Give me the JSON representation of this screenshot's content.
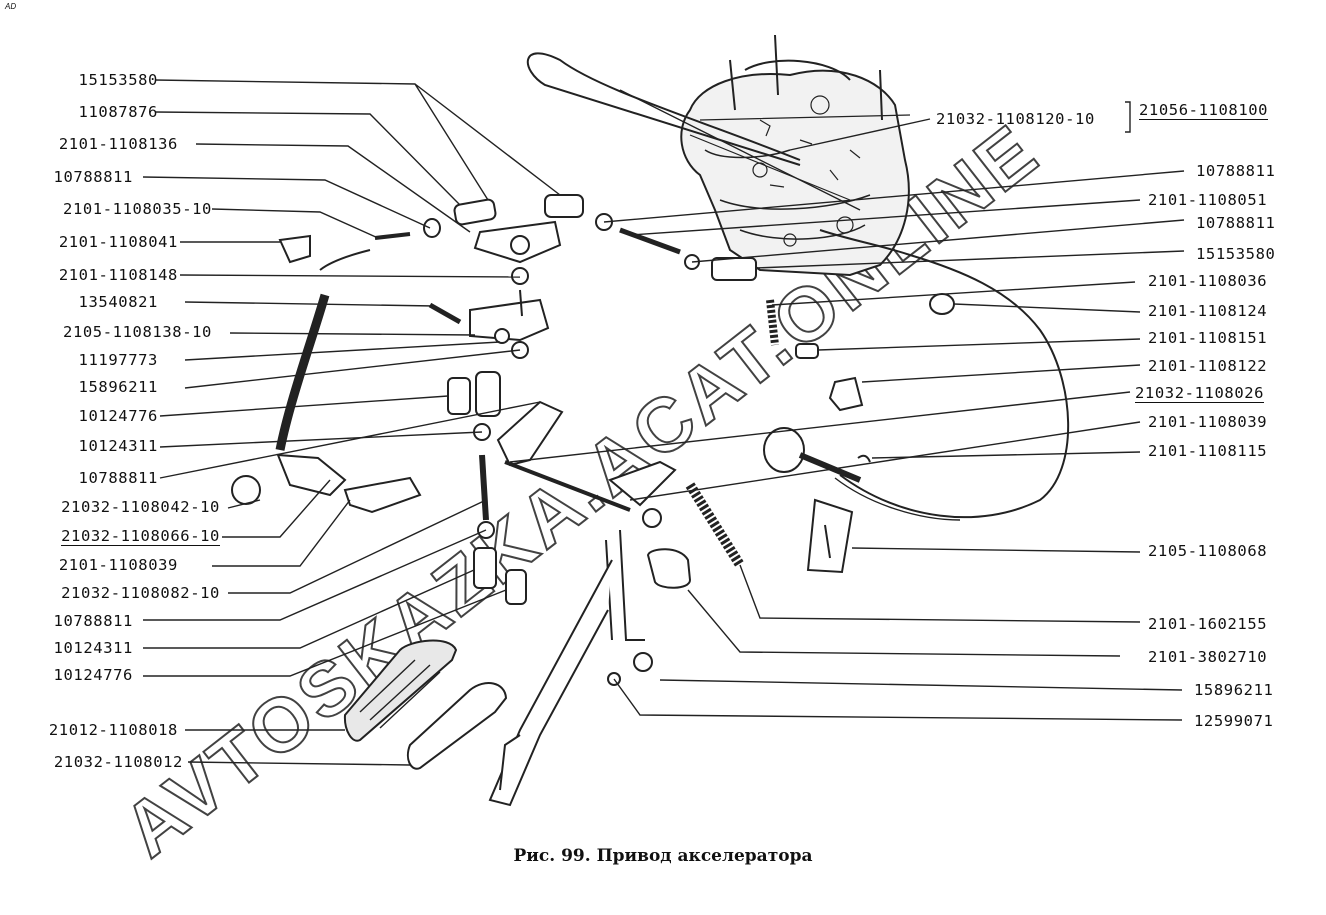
{
  "corner_mark": "AD",
  "watermark": "AVTOSKAZKA.ACAT.ONLINE",
  "caption": "Рис. 99. Привод акселератора",
  "left_labels": [
    "15153580",
    "11087876",
    "2101-1108136",
    "10788811",
    "2101-1108035-10",
    "2101-1108041",
    "2101-1108148",
    "13540821",
    "2105-1108138-10",
    "11197773",
    "15896211",
    "10124776",
    "10124311",
    "10788811",
    "21032-1108042-10",
    "21032-1108066-10",
    "2101-1108039",
    "21032-1108082-10",
    "10788811",
    "10124311",
    "10124776",
    "21012-1108018",
    "21032-1108012"
  ],
  "right_labels": [
    "21032-1108120-10",
    "10788811",
    "2101-1108051",
    "10788811",
    "15153580",
    "2101-1108036",
    "2101-1108124",
    "2101-1108151",
    "2101-1108122",
    "21032-1108026",
    "2101-1108039",
    "2101-1108115",
    "2105-1108068",
    "2101-1602155",
    "2101-3802710",
    "15896211",
    "12599071"
  ],
  "assembly_label": "21056-1108100"
}
